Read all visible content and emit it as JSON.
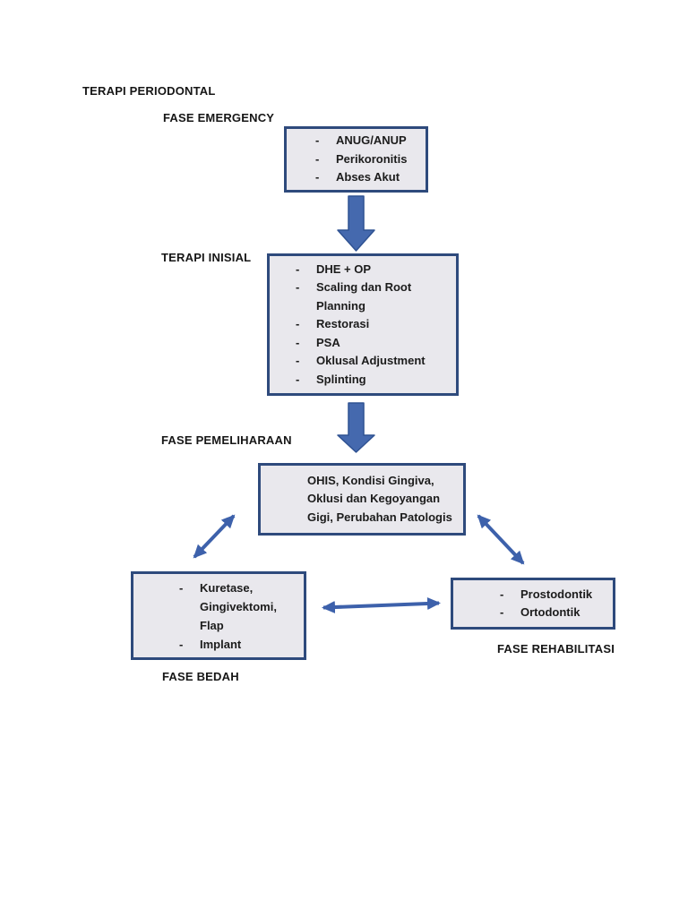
{
  "page": {
    "background": "#ffffff"
  },
  "diagram": {
    "title": "TERAPI PERIODONTAL",
    "labels": {
      "emergency": "FASE EMERGENCY",
      "inisial": "TERAPI INISIAL",
      "pemeliharaan": "FASE PEMELIHARAAN",
      "bedah": "FASE BEDAH",
      "rehabilitasi": "FASE REHABILITASI"
    },
    "boxes": {
      "emergency": {
        "items": [
          {
            "marker": "-",
            "text": "ANUG/ANUP"
          },
          {
            "marker": "-",
            "text": "Perikoronitis"
          },
          {
            "marker": "-",
            "text": "Abses Akut"
          }
        ]
      },
      "inisial": {
        "items": [
          {
            "marker": "-",
            "text": "DHE + OP"
          },
          {
            "marker": "-",
            "text": "Scaling dan Root"
          },
          {
            "marker": "",
            "text": "Planning"
          },
          {
            "marker": "-",
            "text": "Restorasi"
          },
          {
            "marker": "-",
            "text": "PSA"
          },
          {
            "marker": "-",
            "text": "Oklusal Adjustment"
          },
          {
            "marker": "-",
            "text": "Splinting"
          }
        ]
      },
      "pemeliharaan": {
        "lines": [
          "OHIS, Kondisi Gingiva,",
          "Oklusi dan Kegoyangan",
          "Gigi, Perubahan Patologis"
        ]
      },
      "bedah": {
        "items": [
          {
            "marker": "-",
            "text": "Kuretase,"
          },
          {
            "marker": "",
            "text": "Gingivektomi,"
          },
          {
            "marker": "",
            "text": "Flap"
          },
          {
            "marker": "-",
            "text": "Implant"
          }
        ]
      },
      "rehabilitasi": {
        "items": [
          {
            "marker": "-",
            "text": "Prostodontik"
          },
          {
            "marker": "-",
            "text": "Ortodontik"
          }
        ]
      }
    },
    "colors": {
      "box_fill": "#e9e8ed",
      "box_border": "#2e4a7c",
      "connector_blue": "#3d61ab",
      "block_arrow_fill": "#4569ae",
      "block_arrow_outline": "#2f5292",
      "text": "#1c1c1c"
    }
  }
}
